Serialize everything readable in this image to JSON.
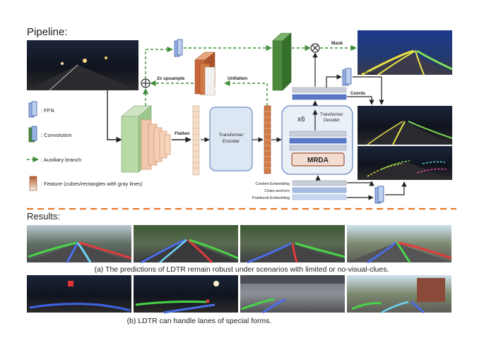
{
  "pipeline": {
    "title": "Pipeline:",
    "labels": {
      "upsample": "2x upsample",
      "unflatten": "Unflatten",
      "mask": "Mask",
      "class": "Class",
      "coords": "Coords",
      "flatten": "Flatten",
      "encoder_line1": "Transformer",
      "encoder_line2": "Encoder",
      "decoder_line1": "Transformer",
      "decoder_line2": "Decoder",
      "repeat": "x6",
      "mrda": "MRDA",
      "content_embedding": "Content Embedding",
      "chain_anchors": "Chain-anchors",
      "positional_embedding": "Positional Embedding"
    },
    "legend": [
      {
        "label": ": FFN"
      },
      {
        "label": ": Convolution"
      },
      {
        "label": ": Auxiliary branch"
      },
      {
        "label": ": Feature (cubes/rectangles with gray lines)"
      }
    ]
  },
  "results": {
    "title": "Results:",
    "caption_a": "(a) The predictions of LDTR remain robust under scenarios with limited or no-visual-clues.",
    "caption_b": "(b) LDTR can handle lanes of special forms."
  },
  "colors": {
    "aux_green": "#3f8f3a",
    "conv_green": "#4b8a3c",
    "feature_orange": "#c8643a",
    "encoder_fill": "#dde7f4",
    "encoder_stroke": "#6a8cc2",
    "mrda_fill": "#f3ddd0",
    "mrda_stroke": "#a0522d",
    "divider_orange": "#e9782d",
    "query_blue": "#5a78c8"
  }
}
